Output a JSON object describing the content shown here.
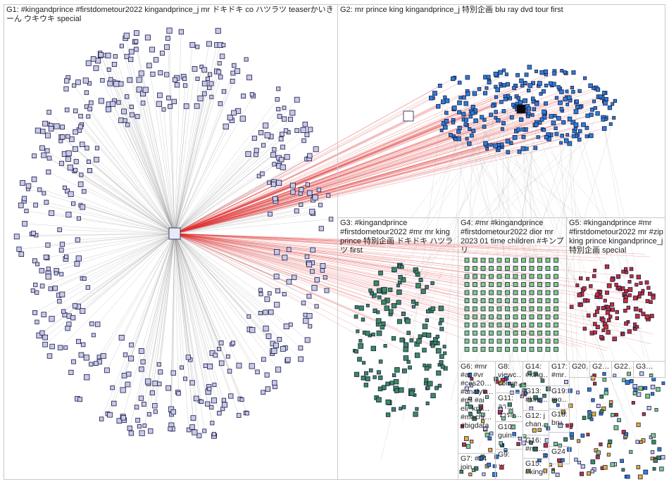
{
  "groups": [
    {
      "id": "G1",
      "label": "G1: #kingandprince #firstdometour2022 kingandprince_j mr ドキドキ co ハツラツ teaserかいきーん ウキウキ special"
    },
    {
      "id": "G2",
      "label": "G2: mr prince king kingandprince_j 特別企画 blu ray dvd tour first"
    },
    {
      "id": "G3",
      "label": "G3: #kingandprince #firstdometour2022 #mr mr king prince 特別企画 ドキドキ ハツラツ first"
    },
    {
      "id": "G4",
      "label": "G4: #mr #kingandprince #firstdometour2022 dior mr 2023 01 time children #キンプリ"
    },
    {
      "id": "G5",
      "label": "G5: #kingandprince #mr #firstdometour2022 mr #zip king prince kingandprince_j 特別企画 special"
    },
    {
      "id": "G6",
      "label": "G6: #mr\n#ar #vr\n#ces20…\n#analyti…\n#ml #ai\neli_kru…\n#machi…\n#bigdata"
    },
    {
      "id": "G7",
      "label": "G7: #14\njoin…"
    },
    {
      "id": "G8",
      "label": "G8:\nviewc…\nconve…"
    },
    {
      "id": "G9",
      "label": "G9:\n…"
    },
    {
      "id": "G10",
      "label": "G10:\nguin…"
    },
    {
      "id": "G11",
      "label": "G11:\nลา…\nวารก…"
    },
    {
      "id": "G12",
      "label": "G12: j\nchan…"
    },
    {
      "id": "G13",
      "label": "G13:\n#king…"
    },
    {
      "id": "G14",
      "label": "G14:\n#king…"
    },
    {
      "id": "G15",
      "label": "G15:\n#king…"
    },
    {
      "id": "G16",
      "label": "G16:\n#mr…"
    },
    {
      "id": "G17",
      "label": "G17:\n#mr…"
    },
    {
      "id": "G18",
      "label": "G18:\nbru…"
    },
    {
      "id": "G19",
      "label": "G19:\nmo…"
    },
    {
      "id": "G20",
      "label": "G20…"
    },
    {
      "id": "G21",
      "label": "G2…"
    },
    {
      "id": "G22",
      "label": "G22…"
    },
    {
      "id": "G23",
      "label": "G3…"
    },
    {
      "id": "G24",
      "label": "G24"
    }
  ],
  "colors": {
    "edge_gray": "#9a9a9a",
    "edge_red": "#e03030",
    "node_border": "#1a1a4a",
    "node_fill_g1": "#c7c9e6",
    "node_fill_g2": "#2b7fd6",
    "node_fill_g3": "#3a8c5a",
    "node_fill_g4": "#7ccf7c",
    "node_fill_g5": "#c83030",
    "panel_border": "#c8c8c8"
  }
}
